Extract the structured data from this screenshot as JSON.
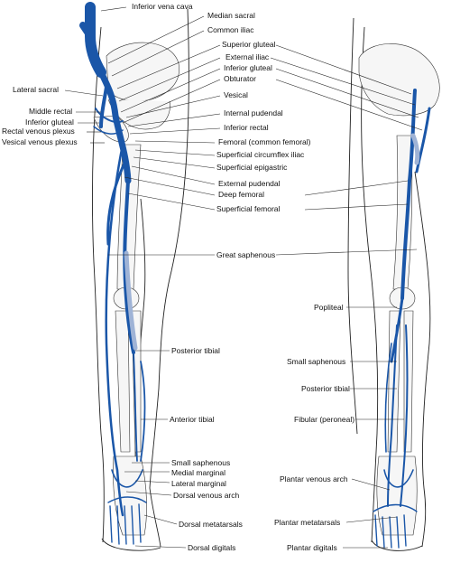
{
  "colors": {
    "vein": "#1a56a8",
    "vein_light": "#9fb3d6"
  },
  "labels": {
    "inferior_vena_cava": "Inferior vena cava",
    "median_sacral": "Median sacral",
    "common_iliac": "Common iliac",
    "superior_gluteal": "Superior gluteal",
    "external_iliac": "External iliac",
    "inferior_gluteal_right": "Inferior gluteal",
    "obturator": "Obturator",
    "lateral_sacral": "Lateral sacral",
    "vesical": "Vesical",
    "middle_rectal": "Middle rectal",
    "internal_pudendal": "Internal pudendal",
    "inferior_gluteal_left": "Inferior gluteal",
    "inferior_rectal": "Inferior rectal",
    "rectal_venous_plexus": "Rectal venous plexus",
    "vesical_venous_plexus": "Vesical venous plexus",
    "femoral": "Femoral (common femoral)",
    "superficial_circumflex_iliac": "Superficial circumflex iliac",
    "superficial_epigastric": "Superficial epigastric",
    "external_pudendal": "External pudendal",
    "deep_femoral": "Deep femoral",
    "superficial_femoral": "Superficial femoral",
    "great_saphenous": "Great saphenous",
    "popliteal": "Popliteal",
    "posterior_tibial_left": "Posterior tibial",
    "small_saphenous_right": "Small saphenous",
    "posterior_tibial_right": "Posterior tibial",
    "anterior_tibial": "Anterior tibial",
    "fibular": "Fibular (peroneal)",
    "small_saphenous_left": "Small saphenous",
    "medial_marginal": "Medial marginal",
    "lateral_marginal": "Lateral marginal",
    "dorsal_venous_arch": "Dorsal venous arch",
    "plantar_venous_arch": "Plantar venous arch",
    "dorsal_metatarsals": "Dorsal metatarsals",
    "plantar_metatarsals": "Plantar metatarsals",
    "dorsal_digitals": "Dorsal digitals",
    "plantar_digitals": "Plantar digitals"
  }
}
